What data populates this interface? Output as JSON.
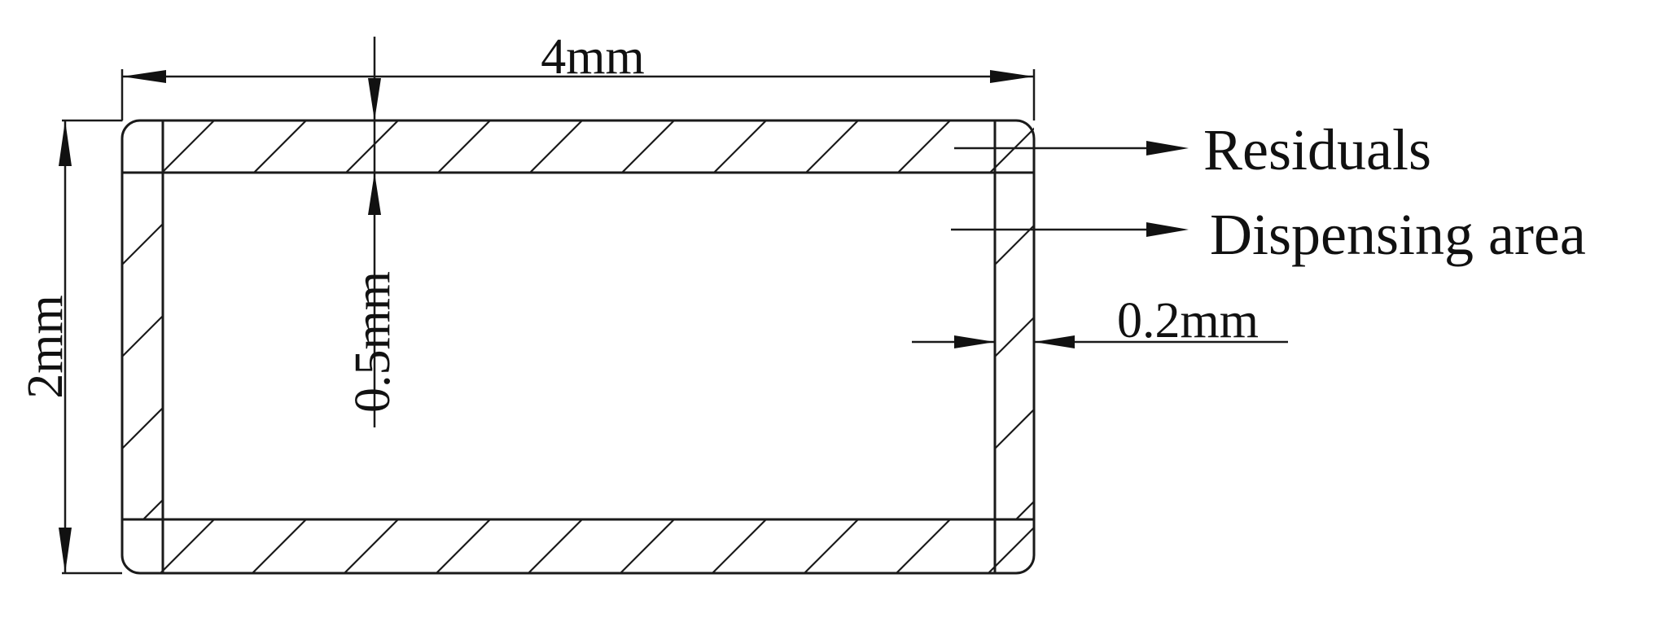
{
  "diagram": {
    "dimensions": {
      "width_label": "4mm",
      "height_label": "2mm",
      "residual_thickness_label": "0.5mm",
      "gap_label": "0.2mm"
    },
    "callouts": {
      "residuals": "Residuals",
      "dispensing_area": "Dispensing area"
    },
    "colors": {
      "line": "#1a1a1a",
      "background": "#ffffff"
    }
  }
}
